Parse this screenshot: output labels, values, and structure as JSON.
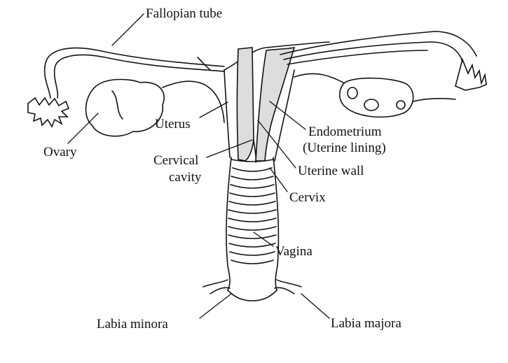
{
  "labels": {
    "fallopian_tube": "Fallopian tube",
    "ovary": "Ovary",
    "uterus": "Uterus",
    "endometrium": "Endometrium",
    "endometrium_sub": "(Uterine lining)",
    "cervical": "Cervical",
    "cavity": "cavity",
    "uterine_wall": "Uterine wall",
    "cervix": "Cervix",
    "vagina": "Vagina",
    "labia_minora": "Labia minora",
    "labia_majora": "Labia majora"
  }
}
